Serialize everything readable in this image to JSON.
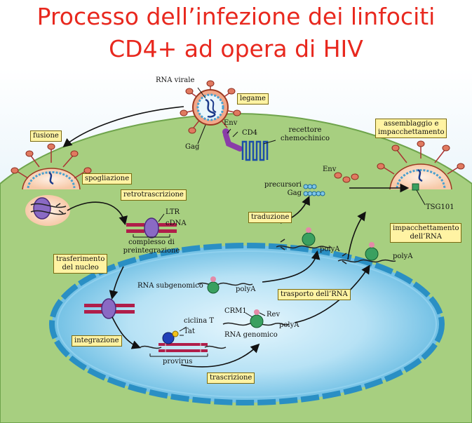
{
  "title": {
    "line1": "Processo dell’infezione dei linfociti",
    "line2": "CD4+ ad opera di HIV"
  },
  "steps": {
    "legame": "legame",
    "fusione": "fusione",
    "spogliazione": "spogliazione",
    "retrotrascrizione": "retrotrascrizione",
    "trasferimento_line1": "trasferimento",
    "trasferimento_line2": "del nucleo",
    "integrazione": "integrazione",
    "trascrizione": "trascrizione",
    "trasporto": "trasporto dell’RNA",
    "traduzione": "traduzione",
    "assemblaggio_line1": "assemblaggio e",
    "assemblaggio_line2": "impacchettamento",
    "impacchettamento_line1": "impacchettamento",
    "impacchettamento_line2": "dell’RNA"
  },
  "labels": {
    "rna_virale": "RNA virale",
    "env": "Env",
    "cd4": "CD4",
    "gag": "Gag",
    "recettore_line1": "recettore",
    "recettore_line2": "chemochinico",
    "ltr": "LTR",
    "cdna": "cDNA",
    "complesso_line1": "complesso di",
    "complesso_line2": "preintegrazione",
    "rna_subgenomico": "RNA subgenomico",
    "polya": "polyA",
    "ciclina": "ciclina T",
    "tat": "Tat",
    "provirus": "provirus",
    "crm1": "CRM1",
    "rev": "Rev",
    "rna_genomico": "RNA genomico",
    "precursori_line1": "precursori",
    "precursori_line2": "Gag",
    "tsg101": "TSG101"
  },
  "colors": {
    "title": "#e8281e",
    "cytoplasm": "#a7cf80",
    "extracellular": "#cde6f4",
    "nucleus": "#6cc0e6",
    "tag_fill": "#fff3a3"
  }
}
